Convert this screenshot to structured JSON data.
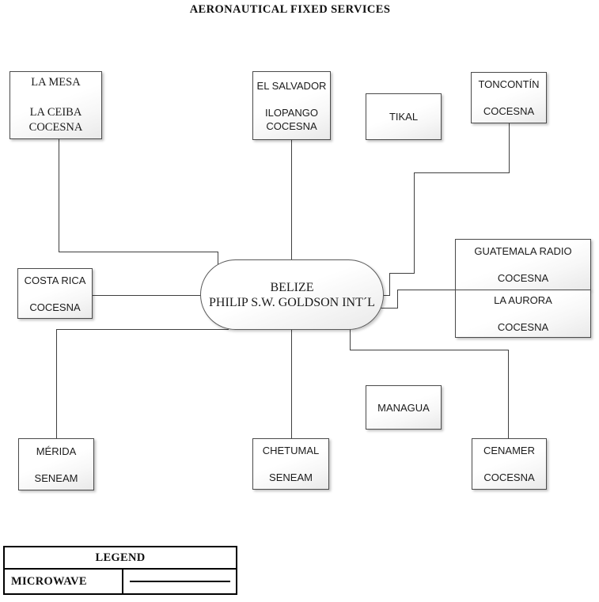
{
  "title": "AERONAUTICAL FIXED SERVICES",
  "hub": {
    "lines": [
      "BELIZE",
      "PHILIP S.W. GOLDSON INT´L"
    ]
  },
  "nodes": {
    "la_mesa": {
      "lines": [
        "LA MESA",
        "",
        "LA CEIBA",
        "COCESNA"
      ]
    },
    "el_salvador": {
      "lines": [
        "EL SALVADOR",
        "",
        "ILOPANGO",
        "COCESNA"
      ]
    },
    "tikal": {
      "lines": [
        "TIKAL"
      ]
    },
    "toncontin": {
      "lines": [
        "TONCONTÍN",
        "",
        "COCESNA"
      ]
    },
    "costa_rica": {
      "lines": [
        "COSTA RICA",
        "",
        "COCESNA"
      ]
    },
    "guatemala_radio": {
      "lines": [
        "GUATEMALA RADIO",
        "",
        "COCESNA"
      ]
    },
    "la_aurora": {
      "lines": [
        "LA AURORA",
        "",
        "COCESNA"
      ]
    },
    "managua": {
      "lines": [
        "MANAGUA"
      ]
    },
    "merida": {
      "lines": [
        "MÉRIDA",
        "",
        "SENEAM"
      ]
    },
    "chetumal": {
      "lines": [
        "CHETUMAL",
        "",
        "SENEAM"
      ]
    },
    "cenamer": {
      "lines": [
        "CENAMER",
        "",
        "COCESNA"
      ]
    }
  },
  "legend": {
    "title": "LEGEND",
    "items": [
      {
        "label": "MICROWAVE",
        "symbol": "solid-line"
      }
    ]
  },
  "colors": {
    "connector": "#3f3f3f",
    "box_border": "#4b4b4b",
    "legend_border": "#000000",
    "text": "#1b1b1b"
  }
}
